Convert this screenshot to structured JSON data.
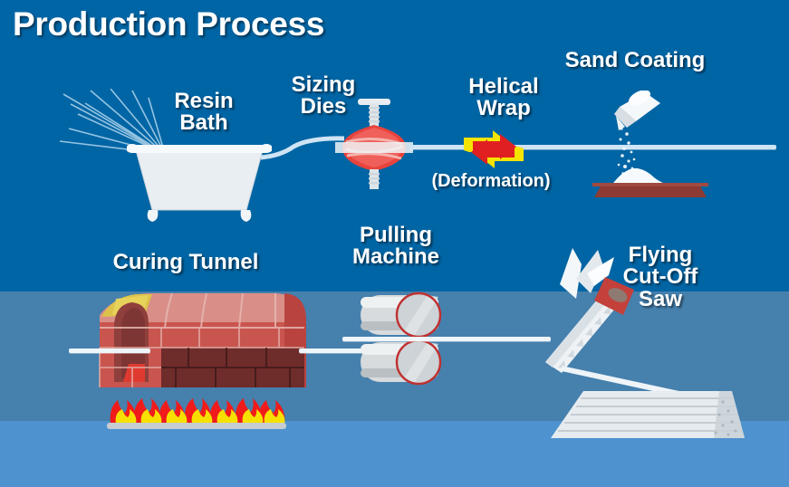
{
  "title": "Production Process",
  "colors": {
    "background_top": "#0065a4",
    "background_mid": "#4680ad",
    "background_bottom": "#4e93cf",
    "caption_text": "#ffffff",
    "fiber_line": "#cfe4f4",
    "resin_bath": "#e9eef2",
    "sizing_die_red": "#e8433c",
    "helical_red": "#e02020",
    "helical_yellow": "#f5e400",
    "sand_tray_brown": "#8d3a32",
    "sand_white": "#f4f8fb",
    "brick_red": "#c9554f",
    "brick_dark": "#6e2c2a",
    "flame_red": "#f01b1b",
    "flame_yellow": "#f7e000",
    "roller_grey": "#d7dbdd",
    "roller_circle_red": "#c03030",
    "saw_handle_red": "#c4413b",
    "saw_blade": "#eef2f5"
  },
  "stages": [
    {
      "id": "resin",
      "label": "Resin\nBath",
      "icon": "bathtub-icon"
    },
    {
      "id": "sizing",
      "label": "Sizing\nDies",
      "icon": "sizing-die-icon"
    },
    {
      "id": "helical",
      "label": "Helical\nWrap",
      "icon": "helical-wrap-icon"
    },
    {
      "id": "deform",
      "label": "(Deformation)",
      "icon": "deformation-note"
    },
    {
      "id": "sand",
      "label": "Sand Coating",
      "icon": "sand-pour-icon"
    },
    {
      "id": "curing",
      "label": "Curing Tunnel",
      "icon": "curing-tunnel-icon"
    },
    {
      "id": "pulling",
      "label": "Pulling\nMachine",
      "icon": "pulling-rollers-icon"
    },
    {
      "id": "flying",
      "label": "Flying\nCut-Off\nSaw",
      "icon": "handsaw-icon"
    }
  ]
}
